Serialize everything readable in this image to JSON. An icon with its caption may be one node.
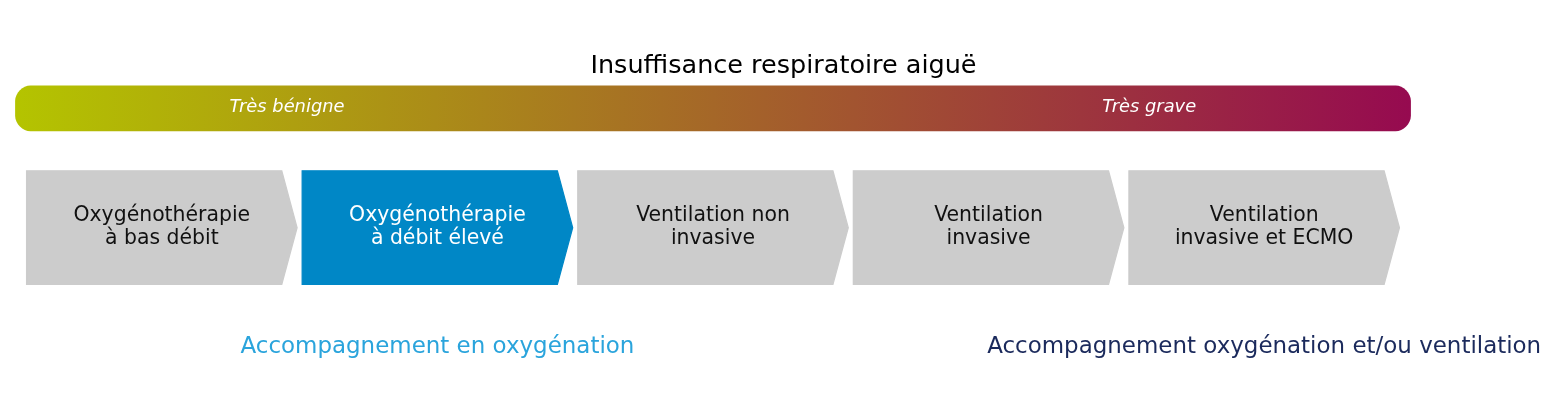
{
  "diagram": {
    "title": "Insuffisance respiratoire aiguë",
    "nodes": [
      {
        "text": [
          "Très bénigne",
          "Très grave"
        ]
      },
      {
        "text": [
          "Oxygénothérapie à bas débit"
        ]
      },
      {
        "text": [
          "Oxygénothérapie à débit élevé"
        ]
      },
      {
        "text": [
          "Ventilation non invasive"
        ]
      },
      {
        "text": [
          "Ventilation invasive"
        ]
      },
      {
        "text": [
          "Ventilation invasive et ECMO"
        ]
      }
    ],
    "labels": [
      "Accompagnement en oxygénation",
      "Accompagnement oxygénation et/ou ventilation"
    ]
  }
}
